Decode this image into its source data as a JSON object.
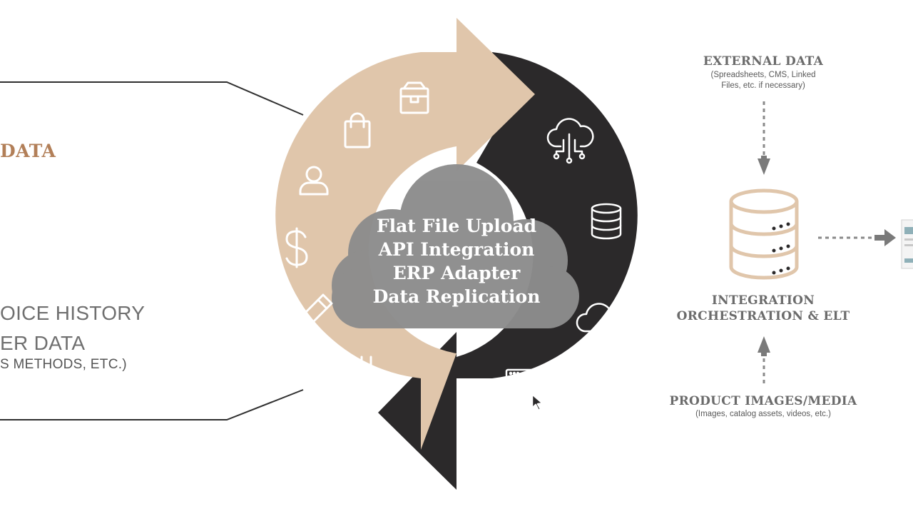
{
  "colors": {
    "tan": "#e0c6ab",
    "dark": "#2b292a",
    "cloud": "#8d8d8d",
    "accent_brown": "#b27f58",
    "gray_text": "#6b6b6b",
    "connector": "#2f2f2f"
  },
  "left_panel": {
    "title": "DATA",
    "lines": [
      "OICE HISTORY",
      "ER DATA",
      "S METHODS, ETC.)"
    ]
  },
  "cycle": {
    "center_lines": [
      "Flat File Upload",
      "API Integration",
      "ERP Adapter",
      "Data Replication"
    ],
    "left_icons": [
      "box-icon",
      "shopping-bag-icon",
      "user-icon",
      "dollar-icon",
      "pencil-icon",
      "barcode-icon"
    ],
    "right_icons": [
      "cloud-network-icon",
      "database-icon",
      "cloud-icon",
      "rating-window-icon"
    ]
  },
  "right_panel": {
    "external_title": "EXTERNAL DATA",
    "external_sub_1": "(Spreadsheets, CMS, Linked",
    "external_sub_2": "Files, etc. if necessary)",
    "integration_line_1": "INTEGRATION",
    "integration_line_2": "ORCHESTRATION & ELT",
    "product_title": "PRODUCT IMAGES/MEDIA",
    "product_sub": "(Images, catalog assets, videos, etc.)"
  }
}
